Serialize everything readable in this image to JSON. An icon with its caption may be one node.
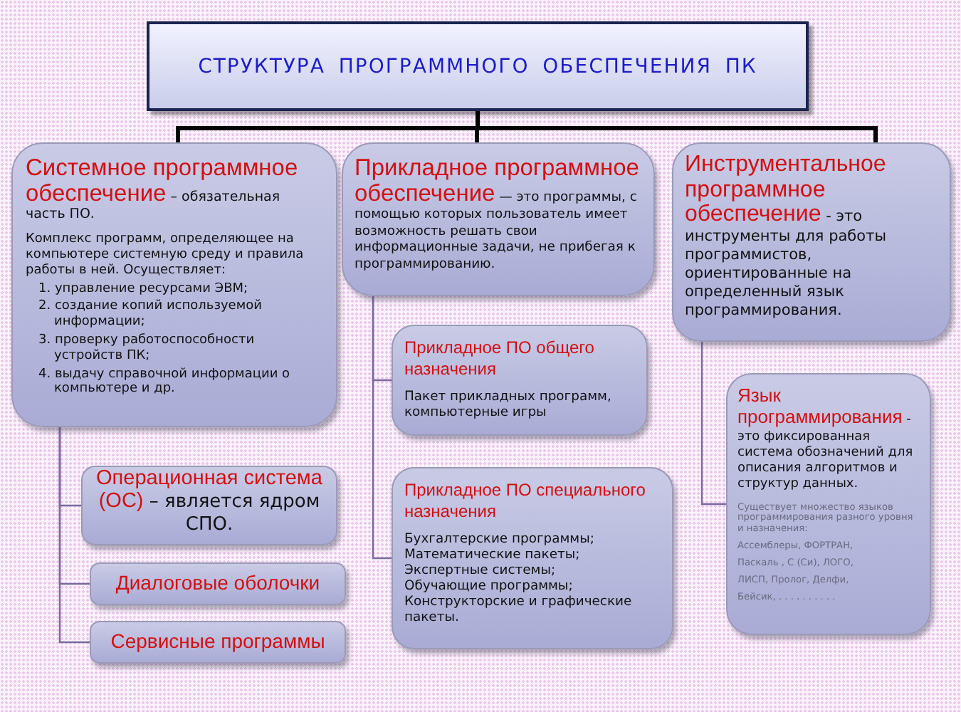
{
  "diagram": {
    "title": "СТРУКТУРА ПРОГРАММНОГО ОБЕСПЕЧЕНИЯ ПК",
    "nodes": [
      {
        "text": [],
        "shape": "box"
      },
      {
        "text": [
          "Системное программное обеспечение",
          "– обязательная часть ПО.",
          "Комплекс программ, определяющее на компьютере системную среду и правила работы в ней. Осуществляет:",
          "1. управление ресурсами ЭВМ;",
          "2. создание копий используемой информации;",
          "3. проверку работоспособности устройств ПК;",
          "4. выдачу справочной информации о компьютере и др."
        ]
      },
      {
        "text": [
          "Прикладное программное обеспечение",
          "— это программы, с помощью которых пользователь имеет возможность решать свои информационные задачи, не прибегая к программированию."
        ]
      },
      {
        "text": [
          "Инструментальное программное обеспечение",
          "- это инструменты для работы программистов, ориентированные на определенный язык программирования."
        ]
      },
      {
        "text": [
          "Операционная система (ОС)",
          "– является ядром СПО."
        ]
      },
      {
        "text": [
          "Диалоговые оболочки"
        ]
      },
      {
        "text": [
          "Сервисные программы"
        ]
      },
      {
        "text": [
          "Прикладное ПО общего назначения",
          "Пакет прикладных программ, компьютерные игры"
        ]
      },
      {
        "text": [
          "Прикладное ПО специального назначения",
          "Бухгалтерские программы;",
          "Математические пакеты;",
          "Экспертные системы;",
          "Обучающие программы;",
          "Конструкторские и графические пакеты."
        ]
      },
      {
        "text": [
          "Язык программирования",
          "- это фиксированная система обозначений для описания алгоритмов и структур данных.",
          "Существует множество языков программирования разного уровня и назначения:",
          "Ассемблеры, ФОРТРАН,",
          "Паскаль , С (Си), ЛОГО,",
          "ЛИСП, Пролог, Делфи,",
          "Бейсик, . . . . . . . . . ."
        ]
      }
    ],
    "edges": [
      {
        "from": 0,
        "to": 1,
        "arrow": "none",
        "style": "thick",
        "color": "#000000"
      },
      {
        "from": 0,
        "to": 2,
        "arrow": "none",
        "style": "thick",
        "color": "#000000"
      },
      {
        "from": 0,
        "to": 3,
        "arrow": "none",
        "style": "thick",
        "color": "#000000"
      },
      {
        "from": 1,
        "to": 4,
        "arrow": "none"
      },
      {
        "from": 1,
        "to": 5,
        "arrow": "none"
      },
      {
        "from": 1,
        "to": 6,
        "arrow": "none"
      },
      {
        "from": 2,
        "to": 7,
        "arrow": "none"
      },
      {
        "from": 2,
        "to": 8,
        "arrow": "none"
      },
      {
        "from": 3,
        "to": 9,
        "arrow": "none"
      }
    ]
  }
}
